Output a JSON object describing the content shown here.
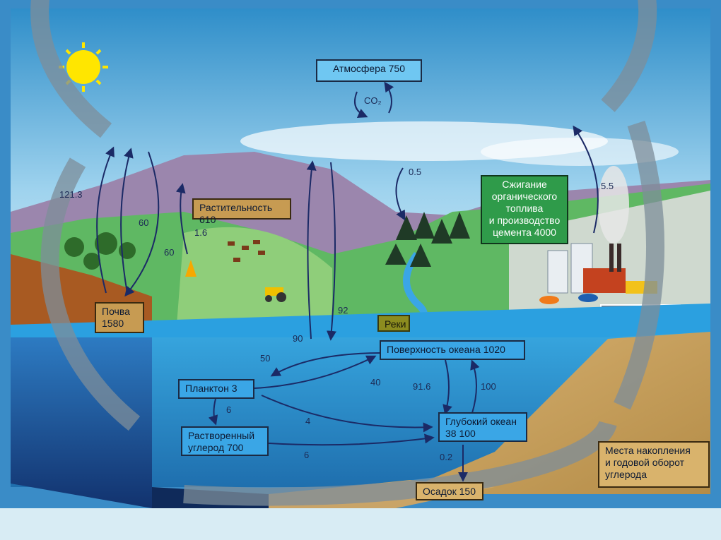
{
  "atmosphere": "Атмосфера 750",
  "co2_label": "CO₂",
  "vegetation": "Растительность 610",
  "soil": "Почва\n1580",
  "fossil": "Сжигание\nорганического\nтоплива\nи производство\nцемента 4000",
  "rivers": "Реки",
  "ocean_surface": "Поверхность океана 1020",
  "plankton": "Планктон 3",
  "dissolved_carbon": "Растворенный\nуглерод 700",
  "deep_ocean": "Глубокий океан\n38 100",
  "sediment": "Осадок 150",
  "legend": "Места накопления\nи годовой оборот\nуглерода",
  "flows": {
    "f121": "121.3",
    "f60a": "60",
    "f60b": "60",
    "f16": "1.6",
    "f05": "0.5",
    "f55": "5.5",
    "f92": "92",
    "f90": "90",
    "f50": "50",
    "f40": "40",
    "f916": "91.6",
    "f100": "100",
    "f6a": "6",
    "f4": "4",
    "f6b": "6",
    "f02": "0.2"
  }
}
